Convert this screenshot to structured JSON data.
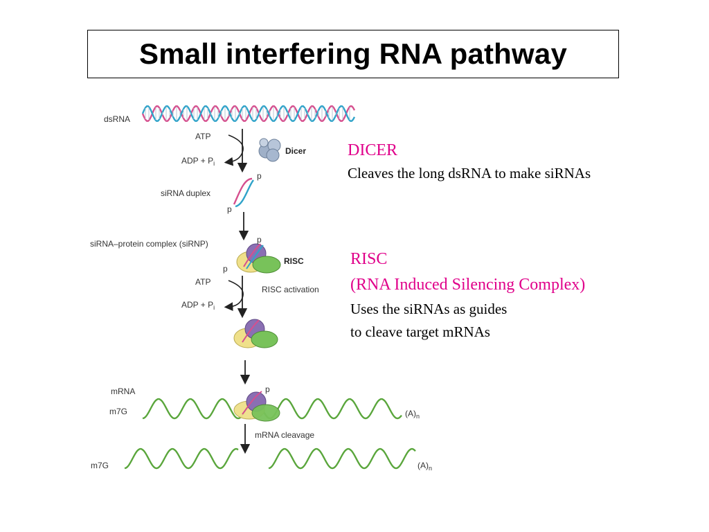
{
  "title": "Small interfering RNA pathway",
  "diagram": {
    "labels": {
      "dsrna": "dsRNA",
      "atp1": "ATP",
      "adp1": "ADP + P",
      "pi_sub": "i",
      "dicer": "Dicer",
      "sirna_duplex": "siRNA duplex",
      "sirnp": "siRNA–protein complex (siRNP)",
      "risc": "RISC",
      "atp2": "ATP",
      "adp2": "ADP + P",
      "risc_activation": "RISC activation",
      "mrna": "mRNA",
      "m7g_1": "m7G",
      "polya_1": "(A)",
      "n_sub": "n",
      "mrna_cleavage": "mRNA cleavage",
      "m7g_2": "m7G",
      "polya_2": "(A)",
      "p": "p"
    },
    "colors": {
      "dna_strand_pink": "#d64f8e",
      "dna_strand_blue": "#2fa3c9",
      "mrna_green": "#5aa63c",
      "dicer": "#9fb0c8",
      "risc_purple": "#8a6fb3",
      "risc_yellow": "#efe08a",
      "risc_green": "#78c25a"
    }
  },
  "notes": {
    "dicer": {
      "heading": "DICER",
      "body": "Cleaves the long dsRNA to make siRNAs"
    },
    "risc": {
      "heading": "RISC",
      "subheading": "(RNA Induced Silencing Complex)",
      "line1": "Uses the siRNAs as guides",
      "line2": "to cleave target mRNAs"
    }
  }
}
